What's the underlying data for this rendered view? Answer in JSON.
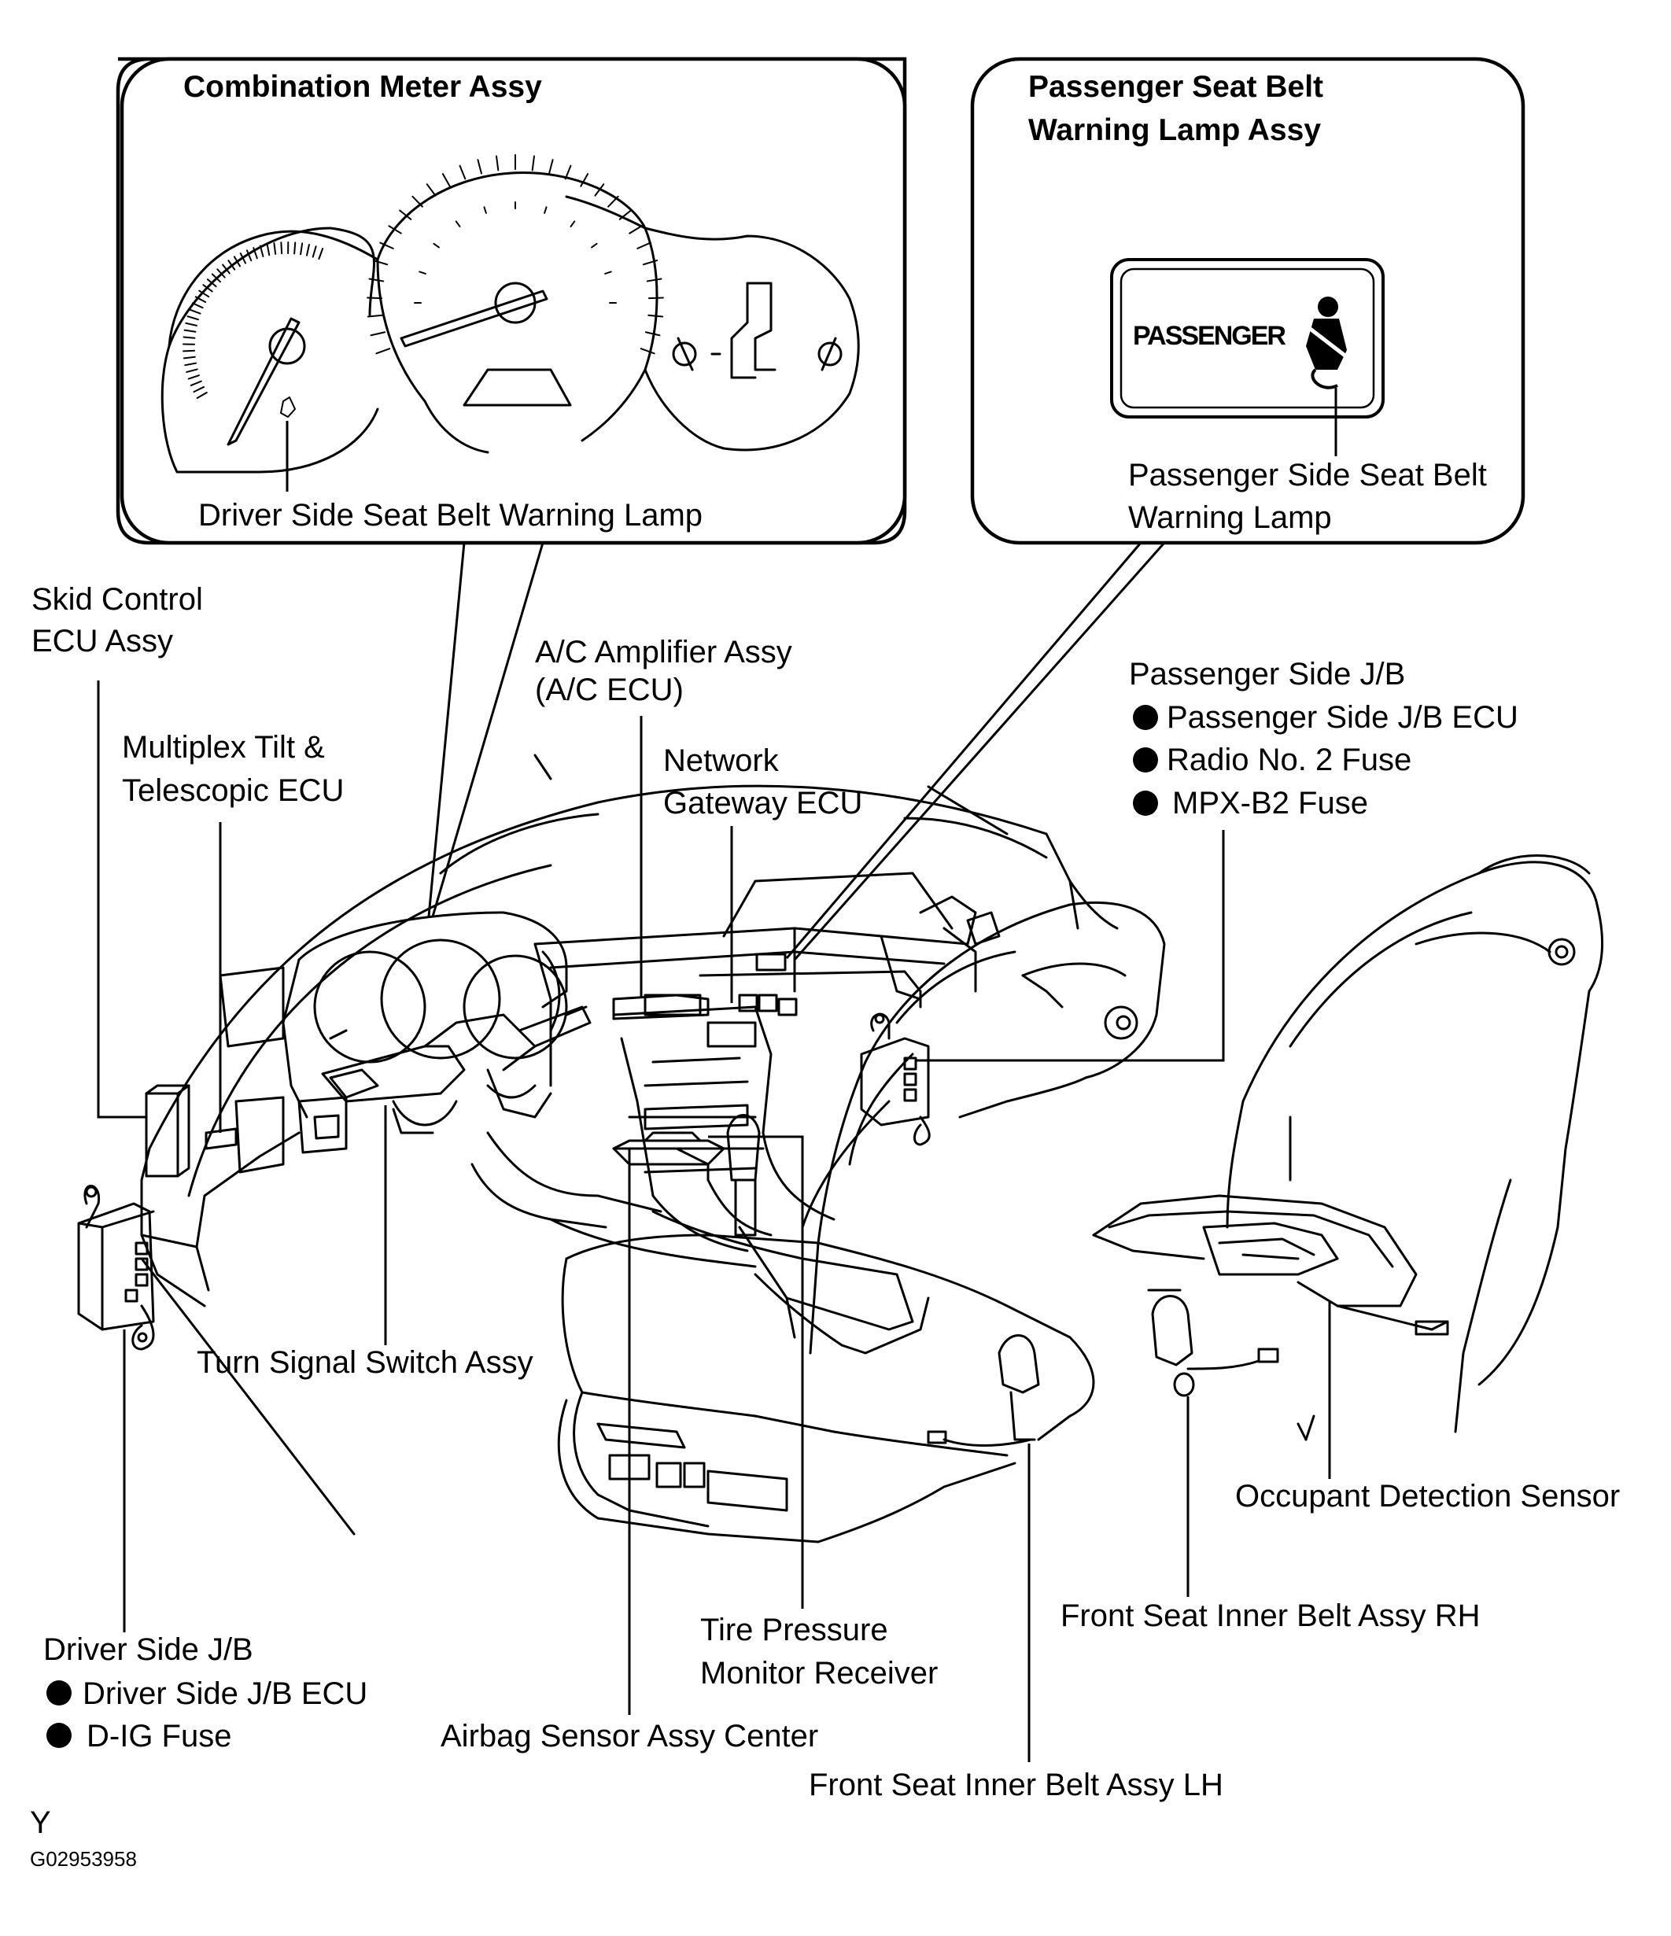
{
  "callouts": {
    "combination_meter": {
      "title": "Combination Meter Assy",
      "lamp_label": "Driver Side Seat Belt Warning Lamp"
    },
    "passenger_lamp": {
      "title_line1": "Passenger Seat Belt",
      "title_line2": "Warning Lamp Assy",
      "panel_text": "PASSENGER",
      "lamp_label_line1": "Passenger Side Seat Belt",
      "lamp_label_line2": "Warning Lamp"
    }
  },
  "labels": {
    "skid_control_1": "Skid Control",
    "skid_control_2": "ECU Assy",
    "multiplex_1": "Multiplex Tilt &",
    "multiplex_2": "Telescopic ECU",
    "ac_amp_1": "A/C Amplifier Assy",
    "ac_amp_2": "(A/C ECU)",
    "network_1": "Network",
    "network_2": "Gateway ECU",
    "passenger_jb_title": "Passenger Side J/B",
    "passenger_jb_items": [
      "Passenger Side J/B ECU",
      "Radio No. 2 Fuse",
      "MPX-B2 Fuse"
    ],
    "turn_signal": "Turn Signal Switch Assy",
    "occupant_sensor": "Occupant Detection Sensor",
    "belt_rh": "Front Seat Inner Belt Assy RH",
    "tire_pressure_1": "Tire Pressure",
    "tire_pressure_2": "Monitor Receiver",
    "driver_jb_title": "Driver Side J/B",
    "driver_jb_items": [
      "Driver Side J/B ECU",
      "D-IG Fuse"
    ],
    "airbag_sensor": "Airbag Sensor Assy Center",
    "belt_lh": "Front Seat Inner Belt Assy LH"
  },
  "footer": {
    "letter": "Y",
    "code": "G02953958"
  }
}
